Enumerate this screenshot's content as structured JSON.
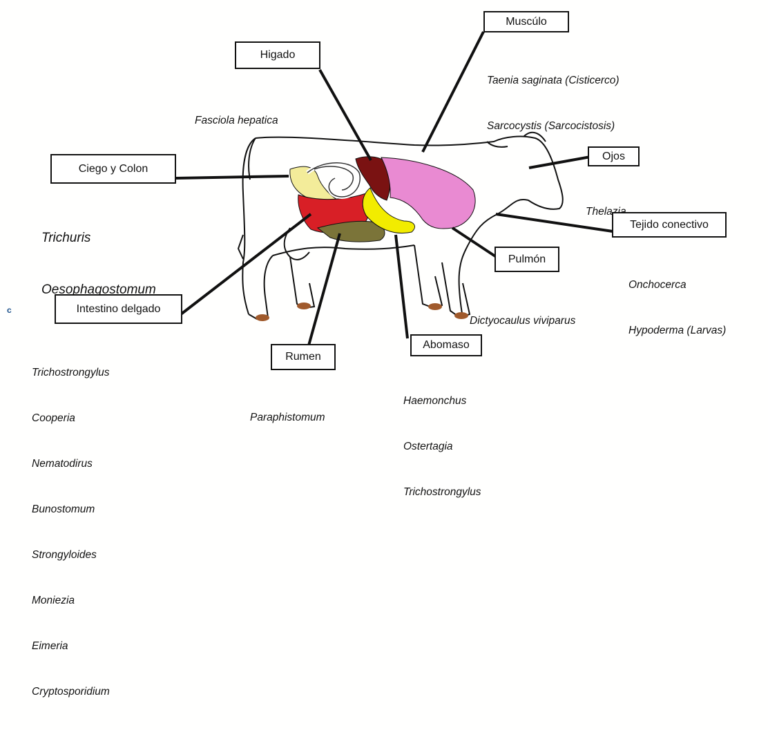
{
  "colors": {
    "liver": "#7a1212",
    "lung": "#e98ad2",
    "abomasum": "#f2ec00",
    "colon": "#f3ec9a",
    "intestine": "#d81f26",
    "rumen": "#7b7439",
    "outline": "#111111"
  },
  "labels": {
    "musculo": {
      "title": "Muscúlo",
      "items": [
        "Taenia saginata (Cisticerco)",
        "Sarcocystis (Sarcocistosis)"
      ]
    },
    "higado": {
      "title": "Higado",
      "items": [
        "Fasciola hepatica"
      ]
    },
    "ciego": {
      "title": "Ciego y Colon",
      "items": [
        "Trichuris",
        "Oesophagostomum"
      ]
    },
    "ojos": {
      "title": "Ojos",
      "items": [
        "Thelazia"
      ]
    },
    "tejido": {
      "title": "Tejido conectivo",
      "items": [
        "Onchocerca",
        "Hypoderma (Larvas)"
      ]
    },
    "pulmon": {
      "title": "Pulmón",
      "items": [
        "Dictyocaulus viviparus"
      ]
    },
    "intestino": {
      "title": "Intestino delgado",
      "items": [
        "Trichostrongylus",
        "Cooperia",
        "Nematodirus",
        "Bunostomum",
        "Strongyloides",
        "Moniezia",
        "Eimeria",
        "Cryptosporidium"
      ]
    },
    "rumen": {
      "title": "Rumen",
      "items": [
        "Paraphistomum"
      ]
    },
    "abomaso": {
      "title": "Abomaso",
      "items": [
        "Haemonchus",
        "Ostertagia",
        "Trichostrongylus"
      ]
    }
  },
  "side_marker": "c"
}
